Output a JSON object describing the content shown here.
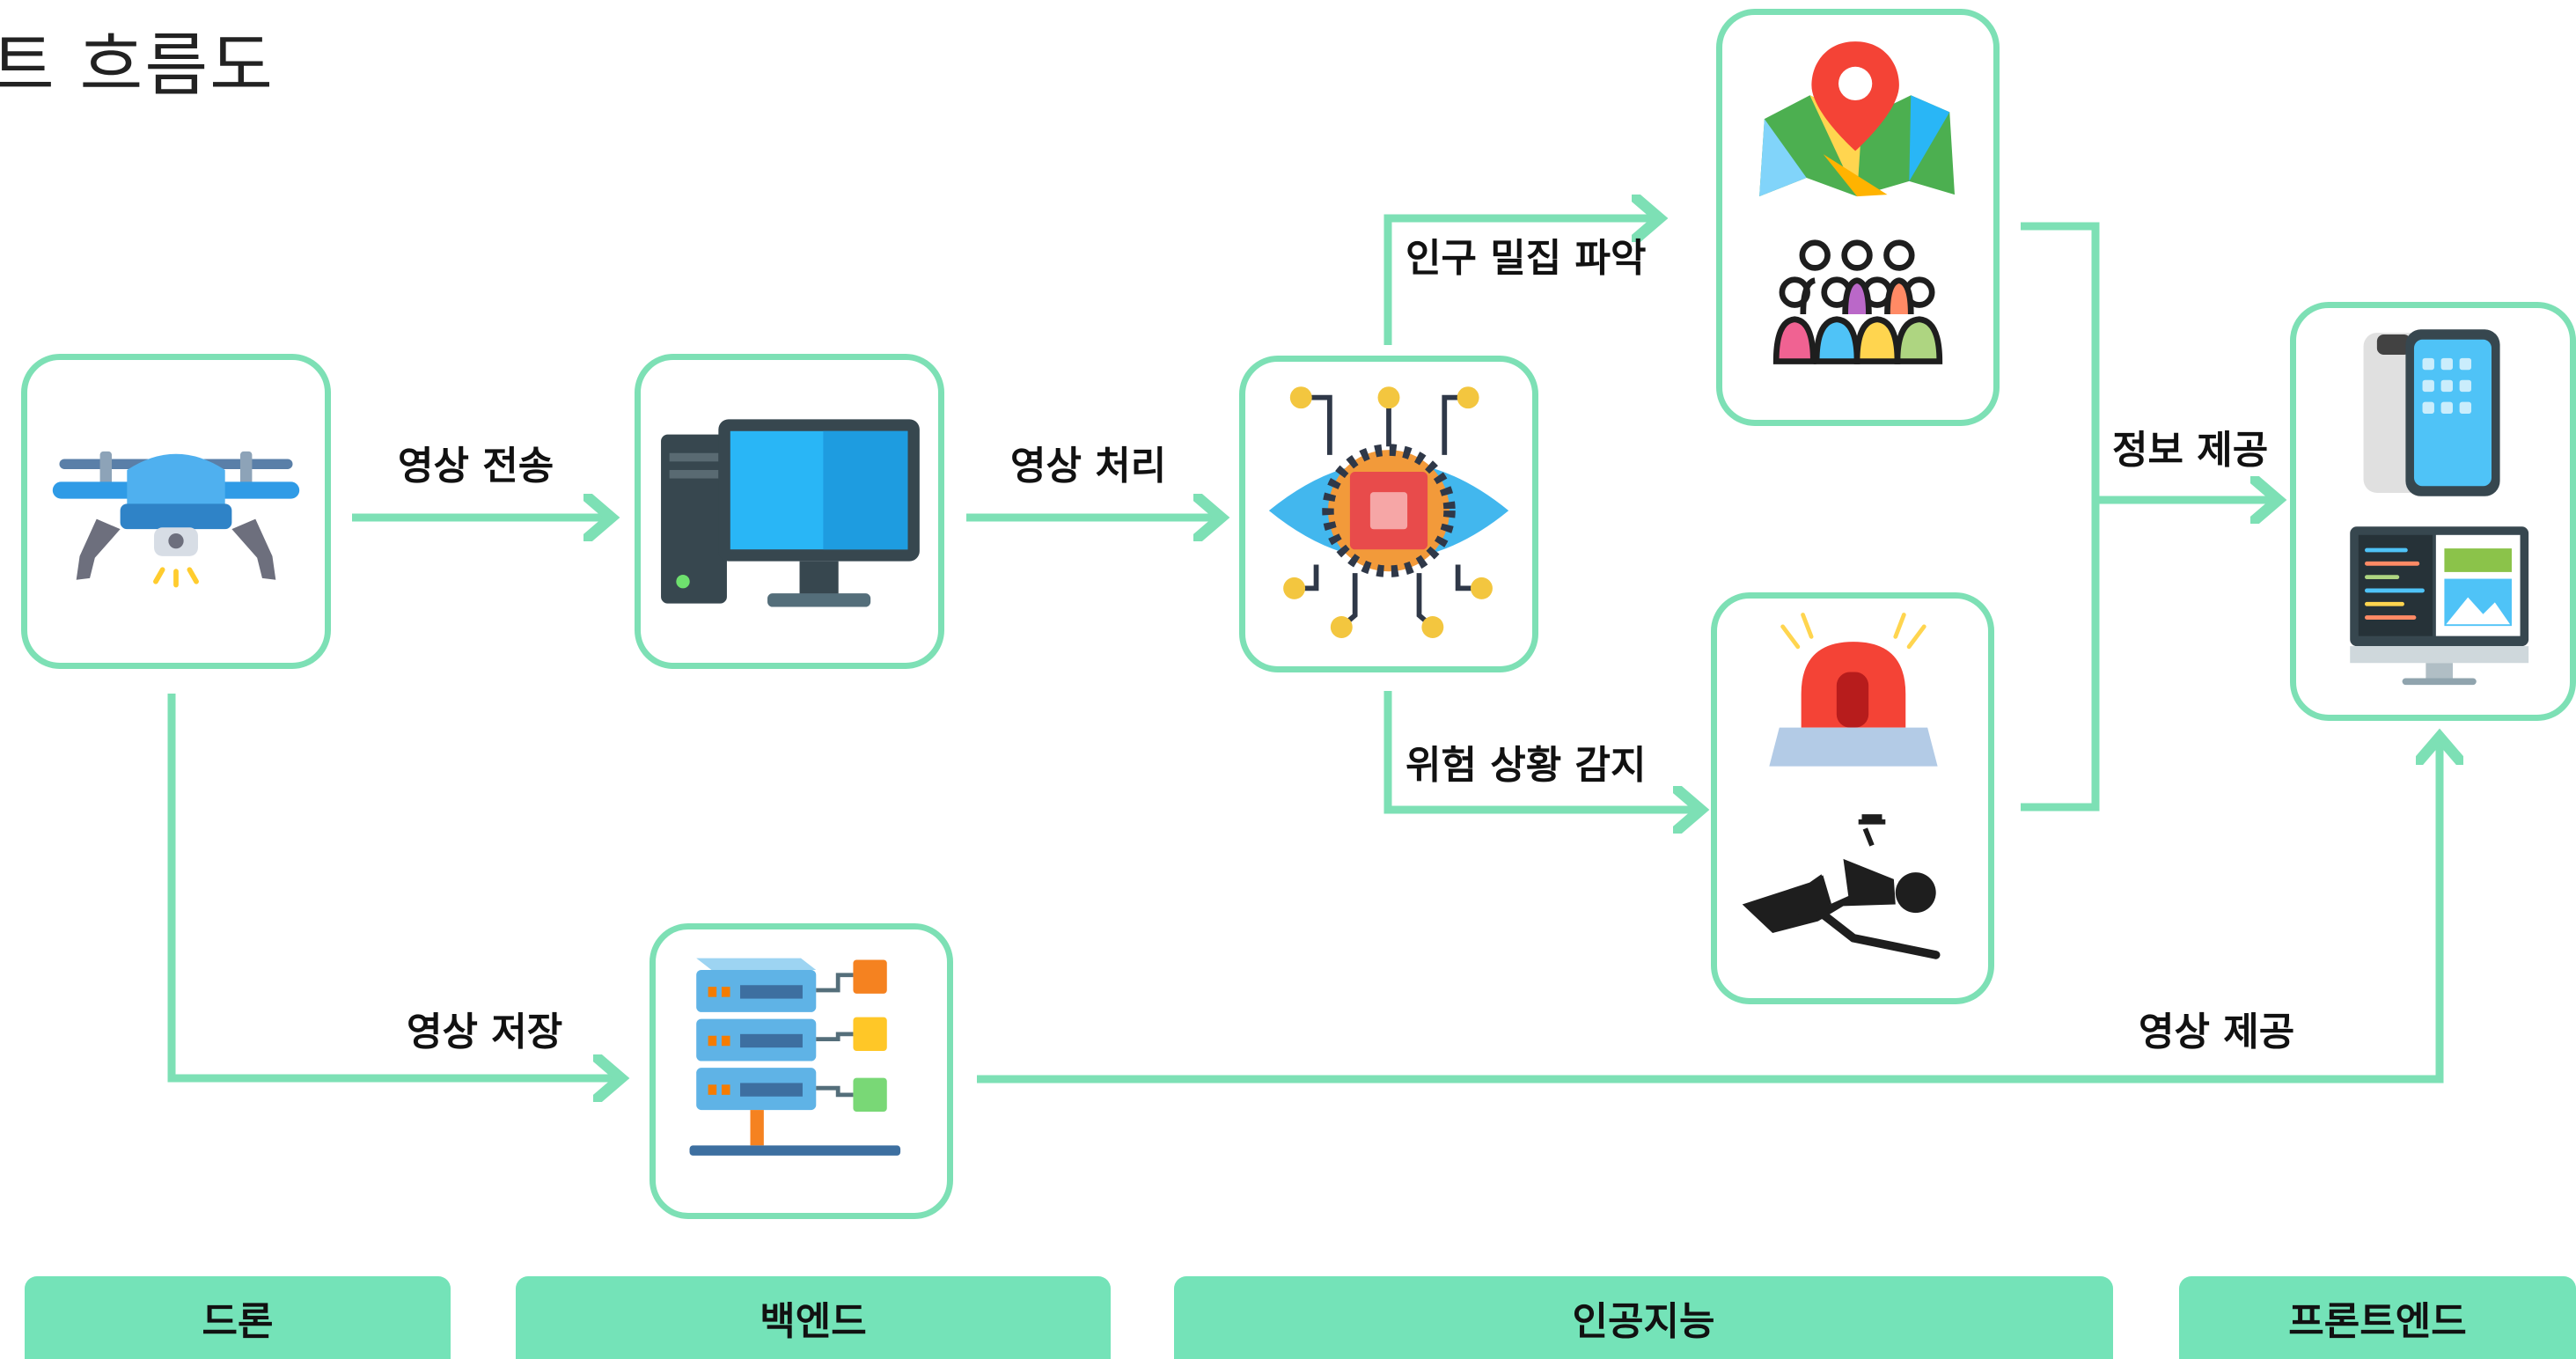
{
  "title": "트 흐름도",
  "colors": {
    "accent": "#74e3b8",
    "node_border": "#7de0b5"
  },
  "flow_labels": {
    "video_transmission": "영상 전송",
    "video_processing": "영상 처리",
    "crowd_detection": "인구 밀집 파악",
    "danger_detection": "위험 상황 감지",
    "info_provision": "정보 제공",
    "video_storage": "영상 저장",
    "video_provision": "영상 제공"
  },
  "nodes": [
    {
      "id": "drone",
      "icon": "drone-icon"
    },
    {
      "id": "backend-pc",
      "icon": "desktop-computer-icon"
    },
    {
      "id": "ai-eye",
      "icon": "ai-eye-chip-icon"
    },
    {
      "id": "crowd",
      "icon": "map-pin-and-crowd-icon"
    },
    {
      "id": "danger",
      "icon": "siren-and-fallen-person-icon"
    },
    {
      "id": "frontend",
      "icon": "phone-and-monitor-icon"
    },
    {
      "id": "storage",
      "icon": "server-database-icon"
    }
  ],
  "sections": {
    "drone": "드론",
    "backend": "백엔드",
    "ai": "인공지능",
    "frontend": "프론트엔드"
  }
}
